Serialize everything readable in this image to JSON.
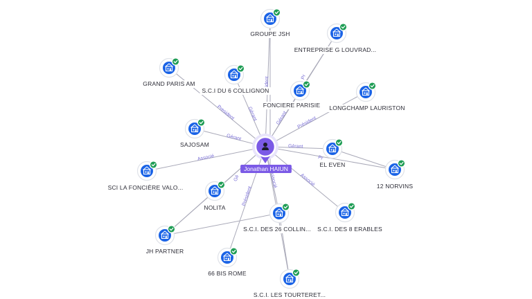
{
  "center": {
    "name": "Jonathan HAIUN",
    "icon": "person-icon"
  },
  "companies": [
    {
      "id": "groupe-jsh",
      "name": "GROUPE JSH",
      "role": "",
      "icon": "building-icon",
      "verified": true
    },
    {
      "id": "entreprise-g-louvrad",
      "name": "ENTREPRISE G LOUVRAD...",
      "role": "",
      "icon": "building-icon",
      "verified": true
    },
    {
      "id": "grand-paris-am",
      "name": "GRAND PARIS AM",
      "role": "President",
      "icon": "building-icon",
      "verified": true
    },
    {
      "id": "sci-du-6-collignon",
      "name": "S.C.I DU 6 COLLIGNON",
      "role": "Gérant",
      "icon": "building-icon",
      "verified": true
    },
    {
      "id": "fonciere-parisie",
      "name": "FONCIERE PARISIE",
      "role": "Gérant",
      "icon": "building-icon",
      "verified": true
    },
    {
      "id": "longchamp-lauriston",
      "name": "LONGCHAMP LAURISTON",
      "role": "Président",
      "icon": "building-icon",
      "verified": true
    },
    {
      "id": "sajosam",
      "name": "SAJOSAM",
      "role": "Gérant",
      "icon": "building-icon",
      "verified": true
    },
    {
      "id": "el-even",
      "name": "EL EVEN",
      "role": "Gérant",
      "icon": "building-icon",
      "verified": true
    },
    {
      "id": "sci-la-fonciere-valo",
      "name": "SCI LA FONCIÈRE VALO...",
      "role": "Associé",
      "icon": "building-icon",
      "verified": true
    },
    {
      "id": "12-norvins",
      "name": "12 NORVINS",
      "role": "",
      "icon": "building-icon",
      "verified": true
    },
    {
      "id": "nolita",
      "name": "NOLITA",
      "role": "",
      "icon": "building-icon",
      "verified": true
    },
    {
      "id": "sci-des-26-collin",
      "name": "S.C.I. DES 26 COLLIN...",
      "role": "Associé",
      "icon": "building-icon",
      "verified": true
    },
    {
      "id": "sci-des-8-erables",
      "name": "S.C.I. DES 8 ERABLES",
      "role": "Associé",
      "icon": "building-icon",
      "verified": true
    },
    {
      "id": "jh-partner",
      "name": "JH PARTNER",
      "role": "",
      "icon": "building-icon",
      "verified": true
    },
    {
      "id": "66-bis-rome",
      "name": "66 BIS ROME",
      "role": "Président",
      "icon": "building-icon",
      "verified": true
    },
    {
      "id": "sci-les-tourteret",
      "name": "S.C.I. LES TOURTERET...",
      "role": "",
      "icon": "building-icon",
      "verified": true
    }
  ],
  "extra_edge_labels": [
    "ident",
    "Pr",
    "Gé",
    "Pr"
  ],
  "colors": {
    "accent": "#7b5ae6",
    "node": "#1a63e6",
    "verified": "#1f9d55",
    "edge_label": "#7a6fd6"
  }
}
